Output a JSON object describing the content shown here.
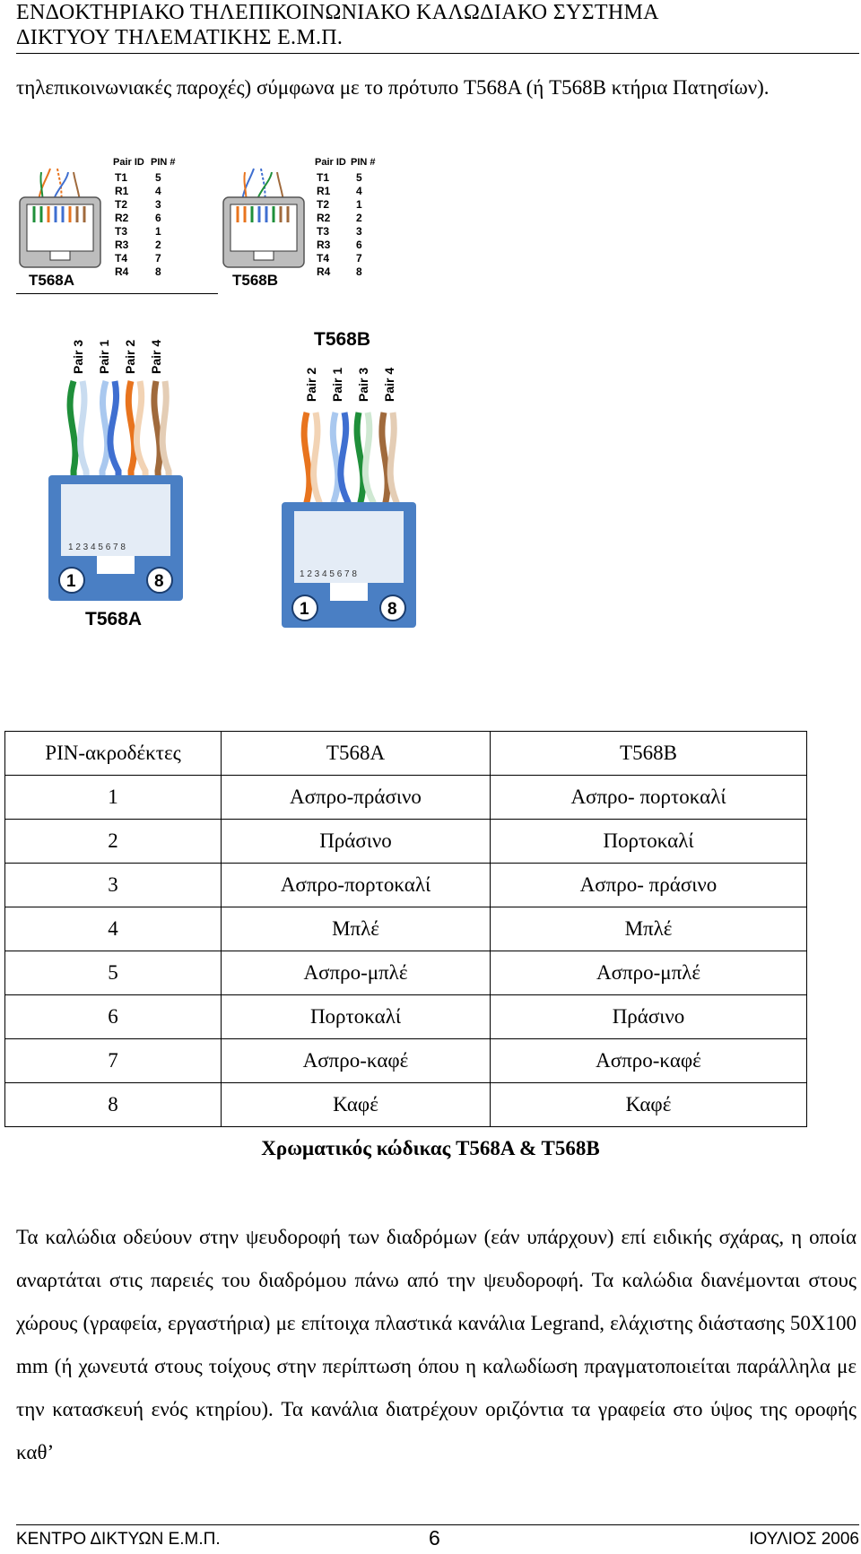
{
  "header": {
    "line1": "ΕΝΔΟΚΤΗΡΙΑΚΟ ΤΗΛΕΠΙΚΟΙΝΩΝΙΑΚΟ ΚΑΛΩΔΙΑΚΟ ΣΥΣΤΗΜΑ",
    "line2": "ΔΙΚΤΥΟΥ ΤΗΛΕΜΑΤΙΚΗΣ Ε.Μ.Π."
  },
  "intro": "τηλεπικοινωνιακές παροχές) σύμφωνα με το πρότυπο T568A (ή T568B κτήρια Πατησίων).",
  "small_diagrams": {
    "pair_id_label": "Pair ID",
    "pin_label": "PIN #",
    "pair_ids": [
      "T1",
      "R1",
      "T2",
      "R2",
      "T3",
      "R3",
      "T4",
      "R4"
    ],
    "a_title": "T568A",
    "a_pins": [
      "5",
      "4",
      "3",
      "6",
      "1",
      "2",
      "7",
      "8"
    ],
    "b_title": "T568B",
    "b_pins": [
      "5",
      "4",
      "1",
      "2",
      "3",
      "6",
      "7",
      "8"
    ]
  },
  "large_diagrams": {
    "a_title": "T568A",
    "a_pairs": [
      "Pair 3",
      "Pair 1",
      "Pair 2",
      "Pair 4"
    ],
    "b_title": "T568B",
    "b_pairs": [
      "Pair 2",
      "Pair 1",
      "Pair 3",
      "Pair 4"
    ],
    "pin_numbers": "1 2 3 4 5 6 7 8",
    "pin_first": "1",
    "pin_last": "8"
  },
  "table": {
    "headers": [
      "PIN-ακροδέκτες",
      "T568A",
      "T568B"
    ],
    "rows": [
      [
        "1",
        "Ασπρο-πράσινο",
        "Ασπρο- πορτοκαλί"
      ],
      [
        "2",
        "Πράσινο",
        "Πορτοκαλί"
      ],
      [
        "3",
        "Ασπρο-πορτοκαλί",
        "Ασπρο- πράσινο"
      ],
      [
        "4",
        "Μπλέ",
        "Μπλέ"
      ],
      [
        "5",
        "Ασπρο-μπλέ",
        "Ασπρο-μπλέ"
      ],
      [
        "6",
        "Πορτοκαλί",
        "Πράσινο"
      ],
      [
        "7",
        "Ασπρο-καφέ",
        "Ασπρο-καφέ"
      ],
      [
        "8",
        "Καφέ",
        "Καφέ"
      ]
    ],
    "caption": "Χρωματικός κώδικας T568A & T568B"
  },
  "paragraph": "Τα καλώδια οδεύουν στην ψευδοροφή των διαδρόμων (εάν υπάρχουν) επί ειδικής σχάρας, η οποία αναρτάται  στις παρειές του διαδρόμου πάνω από την ψευδοροφή. Τα καλώδια διανέμονται στους χώρους (γραφεία, εργαστήρια) με επίτοιχα πλαστικά κανάλια Legrand, ελάχιστης διάστασης 50X100 mm (ή χωνευτά στους τοίχους στην περίπτωση όπου η καλωδίωση πραγματοποιείται παράλληλα με την κατασκευή ενός κτηρίου). Τα κανάλια διατρέχουν οριζόντια τα γραφεία στο ύψος της οροφής καθ’",
  "footer": {
    "left": "ΚΕΝΤΡΟ ΔΙΚΤΥΩΝ Ε.Μ.Π.",
    "page": "6",
    "right": "ΙΟΥΛΙΟΣ 2006"
  },
  "colors": {
    "jack_blue": "#4a7fc4",
    "jack_gray": "#b3b3b3",
    "green": "#1f8f3a",
    "orange": "#e8741e",
    "blue": "#3f6fd0",
    "brown": "#a06a3c"
  }
}
